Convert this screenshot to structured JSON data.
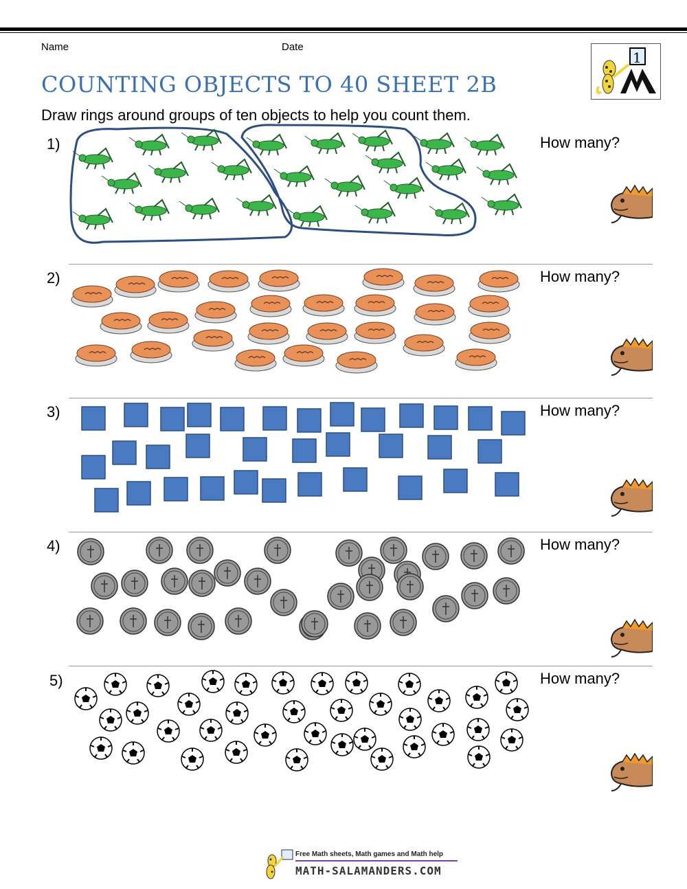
{
  "header": {
    "name_label": "Name",
    "date_label": "Date",
    "title": "COUNTING OBJECTS TO 40 SHEET 2B",
    "instructions": "Draw rings around groups of ten objects to help you count them.",
    "logo_badge": "1"
  },
  "questions": [
    {
      "number": "1)",
      "prompt": "How many?",
      "object": "grasshopper-icon"
    },
    {
      "number": "2)",
      "prompt": "How many?",
      "object": "pie-icon"
    },
    {
      "number": "3)",
      "prompt": "How many?",
      "object": "square-icon"
    },
    {
      "number": "4)",
      "prompt": "How many?",
      "object": "coin-icon"
    },
    {
      "number": "5)",
      "prompt": "How many?",
      "object": "soccer-ball-icon"
    }
  ],
  "footer": {
    "tagline": "Free Math sheets, Math games and Math help",
    "site": "MATH-SALAMANDERS.COM"
  },
  "colors": {
    "title": "#3a6fb0",
    "grasshopper": "#3cb54a",
    "pie_crust": "#e8925a",
    "square": "#4a7bc2",
    "coin": "#999999",
    "ring": "#2b4f80"
  }
}
